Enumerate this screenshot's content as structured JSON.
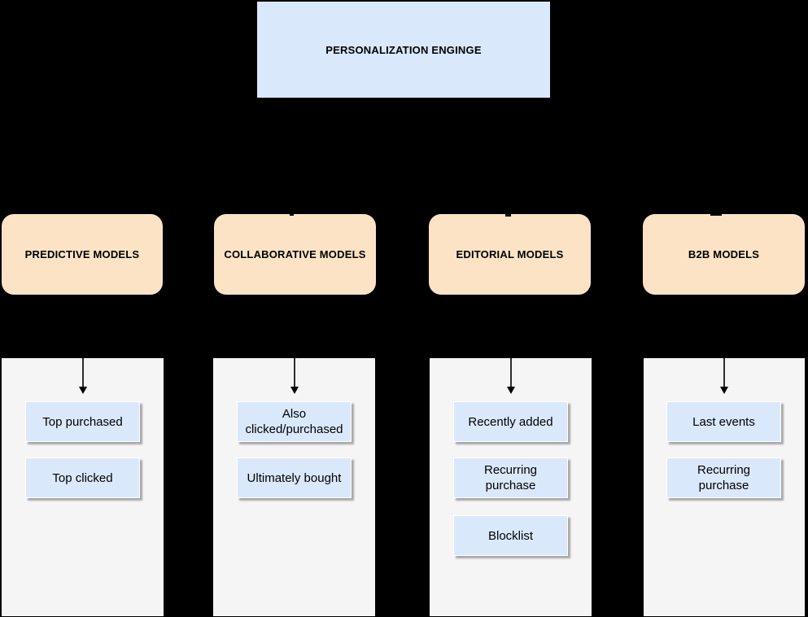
{
  "title": "Personalization engine model diagram",
  "colors": {
    "background": "#000000",
    "engine_fill": "#dae8fc",
    "model_fill": "#fde3c6",
    "column_fill": "#f5f5f5",
    "item_fill": "#dae8fc",
    "arrow": "#000000",
    "text": "#000000"
  },
  "engine": {
    "label": "PERSONALIZATION ENGINGE"
  },
  "groups": [
    {
      "label": "PREDICTIVE MODELS",
      "items": [
        "Top purchased",
        "Top clicked"
      ]
    },
    {
      "label": "COLLABORATIVE MODELS",
      "items": [
        "Also clicked/purchased",
        "Ultimately bought"
      ]
    },
    {
      "label": "EDITORIAL MODELS",
      "items": [
        "Recently added",
        "Recurring purchase",
        "Blocklist"
      ]
    },
    {
      "label": "B2B MODELS",
      "items": [
        "Last events",
        "Recurring purchase"
      ]
    }
  ]
}
